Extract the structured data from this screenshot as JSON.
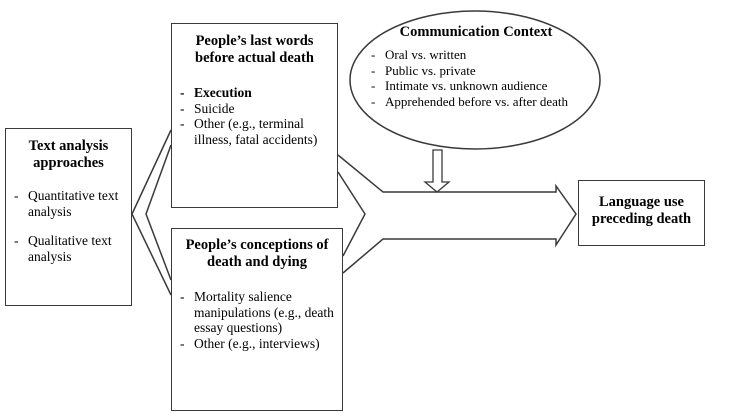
{
  "approaches": {
    "title_line1": "Text analysis",
    "title_line2": "approaches",
    "items": [
      "Quantitative text analysis",
      "Qualitative text analysis"
    ]
  },
  "last_words": {
    "title_line1": "People’s last words",
    "title_line2": "before actual death",
    "items": [
      "Execution",
      "Suicide",
      "Other (e.g., terminal illness, fatal accidents)"
    ]
  },
  "conceptions": {
    "title_line1": "People’s conceptions of",
    "title_line2": "death and dying",
    "items": [
      "Mortality salience manipulations (e.g., death essay questions)",
      "Other (e.g., interviews)"
    ]
  },
  "context": {
    "title": "Communication Context",
    "items": [
      "Oral vs. written",
      "Public vs. private",
      "Intimate vs. unknown audience",
      "Apprehended before vs. after death"
    ]
  },
  "outcome": {
    "title_line1": "Language use",
    "title_line2": "preceding death"
  }
}
